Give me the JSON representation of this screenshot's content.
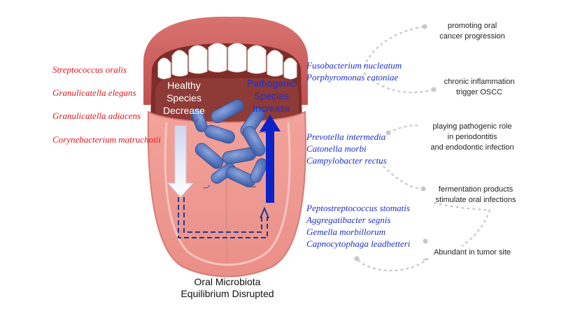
{
  "tongue": {
    "healthy_label": [
      "Healthy",
      "Species",
      "Decrease"
    ],
    "pathogenic_label": [
      "Pathogenic",
      "Species",
      "Increase"
    ],
    "bottom_caption": [
      "Oral Microbiota",
      "Equilibrium Disrupted"
    ]
  },
  "healthy_species": [
    "Streptococcus oralis",
    "Granulicatella elegans",
    "Granulicatella adiacens",
    "Corynebacterium matruchotii"
  ],
  "pathogenic_groups": [
    {
      "species": [
        "Fusobacterium nucleatum",
        "Porphyromonas catoniae"
      ]
    },
    {
      "species": [
        "Prevotella intermedia",
        "Catonella morbi",
        "Campylobacter rectus"
      ]
    },
    {
      "species": [
        "Peptostreptococcus stomatis",
        "Aggregatibacter segnis",
        "Gemella morbillorum",
        "Capnocytophaga leadbetteri"
      ]
    }
  ],
  "effects": [
    {
      "lines": [
        "promoting oral",
        "cancer progression"
      ]
    },
    {
      "lines": [
        "chronic inflammation",
        "trigger  OSCC"
      ]
    },
    {
      "lines": [
        "playing pathogenic role",
        "in periodontitis",
        "and endodontic infection"
      ]
    },
    {
      "lines": [
        "fermentation products",
        "stimulate oral infections"
      ]
    },
    {
      "lines": [
        "Abundant in tumor site"
      ]
    }
  ],
  "colors": {
    "healthy_text": "#e8141b",
    "pathogenic_text": "#1d2fd0",
    "arrow_up": "#0a22c8",
    "bacteria": "#4f6fb8"
  }
}
